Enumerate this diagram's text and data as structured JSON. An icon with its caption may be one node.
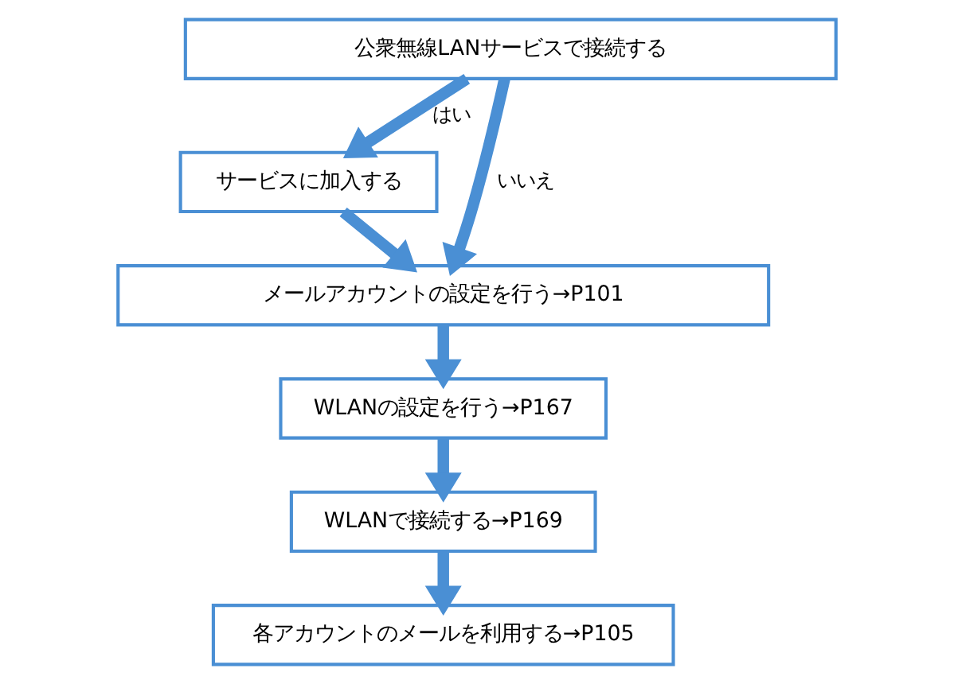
{
  "diagram": {
    "nodes": [
      {
        "text": [
          "公衆無線LANサービスで接続する"
        ]
      },
      {
        "text": [
          "サービスに加入する"
        ]
      },
      {
        "text": [
          "メールアカウントの設定を行う→P101"
        ]
      },
      {
        "text": [
          "WLANの設定を行う→P167"
        ]
      },
      {
        "text": [
          "WLANで接続する→P169"
        ]
      },
      {
        "text": [
          "各アカウントのメールを利用する→P105"
        ]
      }
    ],
    "edges": [
      {
        "from": 0,
        "to": 1,
        "arrow": "to",
        "label": "はい"
      },
      {
        "from": 1,
        "to": 2,
        "arrow": "to"
      },
      {
        "from": 0,
        "to": 2,
        "arrow": "to",
        "label": "いいえ"
      },
      {
        "from": 2,
        "to": 3,
        "arrow": "to"
      },
      {
        "from": 3,
        "to": 4,
        "arrow": "to"
      },
      {
        "from": 4,
        "to": 5,
        "arrow": "to"
      }
    ]
  }
}
